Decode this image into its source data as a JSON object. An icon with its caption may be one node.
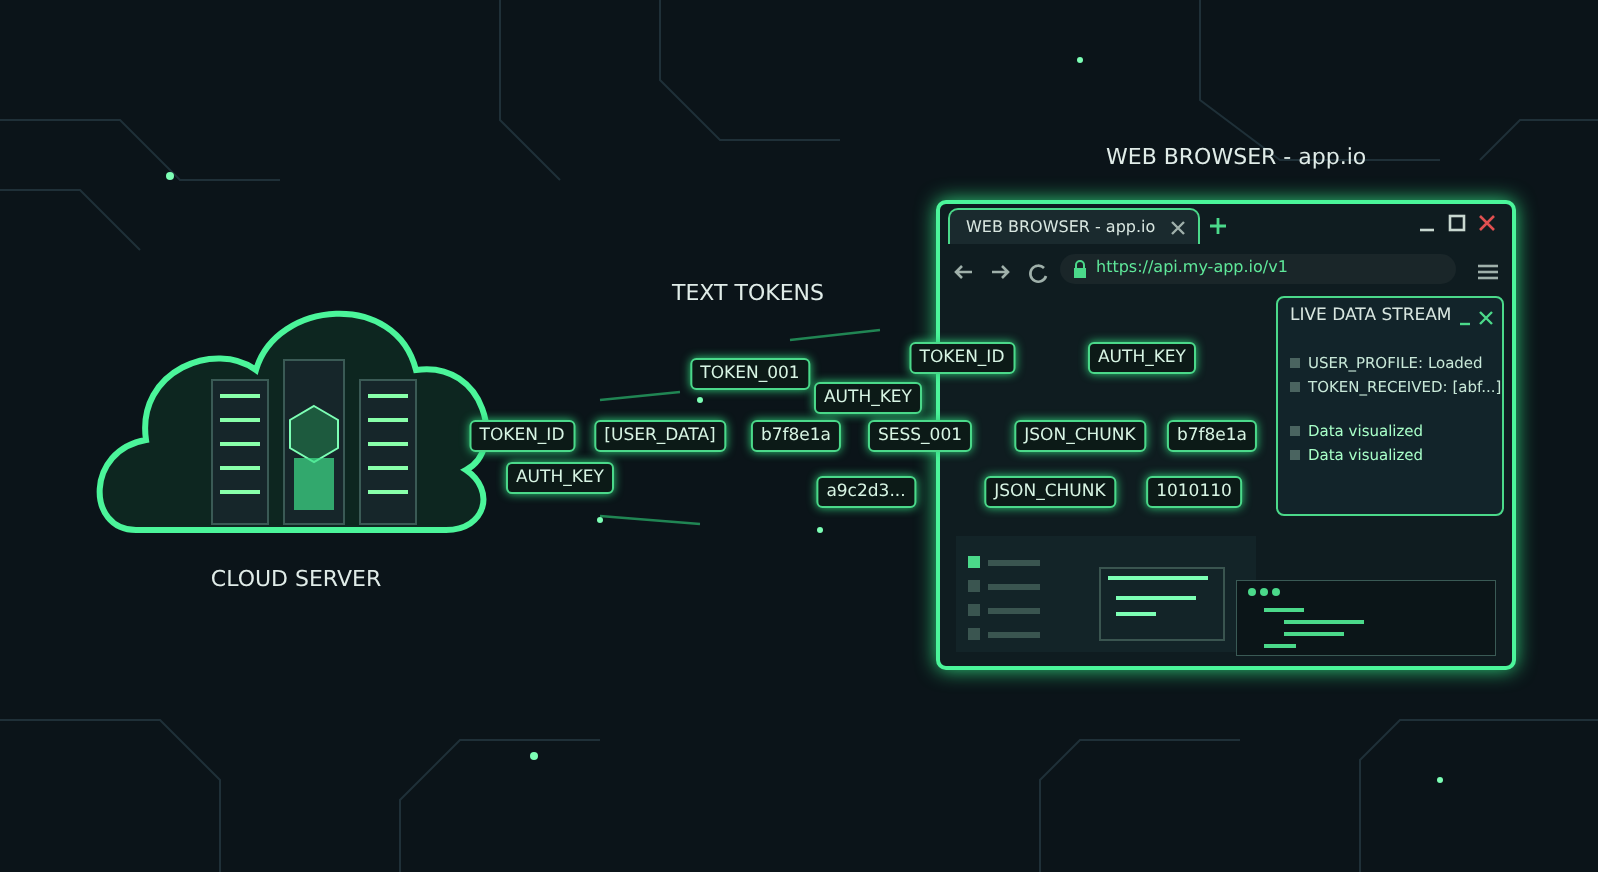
{
  "diagram": {
    "nodes": [
      {
        "text": [
          "CLOUD SERVER"
        ]
      },
      {
        "text": [
          "WEB BROWSER - app.io"
        ]
      },
      {
        "text": [
          "WEB BROWSER - app.io"
        ],
        "in": 1
      },
      {
        "text": [
          "https://api.my-app.io/v1"
        ],
        "in": 1
      },
      {
        "text": [
          "LIVE DATA STREAM",
          "USER_PROFILE: Loaded",
          "TOKEN_RECEIVED: [abf...]",
          "Data visualized",
          "Data visualized"
        ],
        "in": 1
      },
      {
        "text": [
          "TOKEN_ID"
        ]
      },
      {
        "text": [
          "AUTH_KEY"
        ]
      },
      {
        "text": [
          "TOKEN_001"
        ]
      },
      {
        "text": [
          "AUTH_KEY"
        ]
      },
      {
        "text": [
          "TOKEN_ID"
        ]
      },
      {
        "text": [
          "[USER_DATA]"
        ]
      },
      {
        "text": [
          "b7f8e1a"
        ]
      },
      {
        "text": [
          "SESS_001"
        ]
      },
      {
        "text": [
          "JSON_CHUNK"
        ],
        "in": 1
      },
      {
        "text": [
          "b7f8e1a"
        ],
        "in": 1
      },
      {
        "text": [
          "AUTH_KEY"
        ],
        "in": 1
      },
      {
        "text": [
          "a9c2d3..."
        ]
      },
      {
        "text": [
          "JSON_CHUNK"
        ],
        "in": 1
      },
      {
        "text": [
          "1010110"
        ],
        "in": 1
      }
    ],
    "edges": [],
    "labels": [
      "TEXT TOKENS"
    ]
  }
}
